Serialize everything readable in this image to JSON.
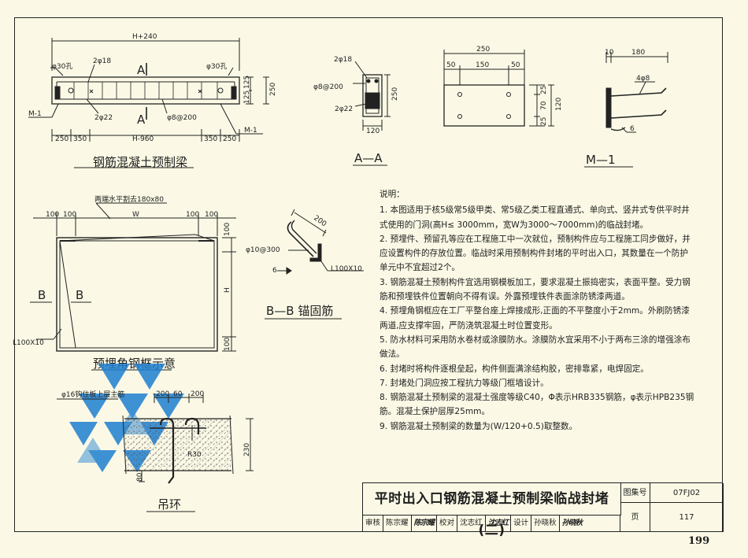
{
  "beam": {
    "dim_top": "H+240",
    "phi30_left": "φ30孔",
    "phi30_right": "φ30孔",
    "top_rebar": "2φ18",
    "section_mark": "A",
    "bot_rebar": "2φ22",
    "stirrup": "φ8@200",
    "m1_left": "M-1",
    "m1_right": "M-1",
    "dim_250a": "250",
    "dim_350a": "350",
    "dim_mid": "H-960",
    "dim_350b": "350",
    "dim_250b": "250",
    "side_125a": "125",
    "side_125b": "125",
    "side_250": "250",
    "caption": "钢筋混凝土预制梁"
  },
  "section_aa": {
    "top_rebar": "2φ18",
    "stirrup": "φ8@200",
    "bot_rebar": "2φ22",
    "height": "250",
    "width": "120",
    "caption": "A—A"
  },
  "m1": {
    "w_total": "250",
    "w_50a": "50",
    "w_150": "150",
    "w_50b": "50",
    "h_25a": "25",
    "h_70": "70",
    "h_25b": "25",
    "h_120": "120",
    "side_10": "10",
    "side_180": "180",
    "side_rebar": "4φ8",
    "weld": "6",
    "caption": "M—1"
  },
  "frame": {
    "note": "两端水平割去180x80",
    "d100a": "100",
    "d100b": "100",
    "dW": "W",
    "d100c": "100",
    "d100d": "100",
    "d100e": "100",
    "d100f": "100",
    "dH": "H",
    "b_left1": "B",
    "b_left2": "B",
    "angle": "L100X10",
    "caption": "预埋角钢框示意"
  },
  "anchor": {
    "len": "200",
    "rebar": "φ10@300",
    "weld": "6",
    "angle": "L100X10",
    "caption": "B—B  锚固筋"
  },
  "ring": {
    "note": "φ16钩住板上层主筋",
    "d200a": "200",
    "d60": "60",
    "d200b": "200",
    "r30": "R30",
    "d230": "230",
    "d80": "80",
    "caption": "吊环"
  },
  "notes": {
    "title": "说明：",
    "items": [
      "1. 本图适用于核5级常5级甲类、常5级乙类工程直通式、单向式、竖井式专供平时井式使用的门洞(高H≤ 3000mm，宽W为3000～7000mm)的临战封堵。",
      "2. 预埋件、预留孔等应在工程施工中一次就位，预制构件应与工程施工同步做好，并应设置构件的存放位置。临战时采用预制构件封堵的平时出入口，其数量在一个防护单元中不宜超过2个。",
      "3. 钢筋混凝土预制构件宜选用钢模板加工，要求混凝土振捣密实，表面平整。受力钢筋和预埋铁件位置朝向不得有误。外露预埋铁件表面涂防锈漆两道。",
      "4. 预埋角钢框应在工厂平整台座上焊接成形,正面的不平整度小于2mm。外刷防锈漆两道,应支撑牢固，严防浇筑混凝土时位置变形。",
      "5. 防水材料可采用防水卷材或涂膜防水。涂膜防水宜采用不小于两布三涂的增强涂布做法。",
      "6. 封堵时将构件逐根垒起，构件侧面满涂结构胶，密排靠紧，电焊固定。",
      "7. 封堵处门洞应按工程抗力等级门框墙设计。",
      "8. 钢筋混凝土预制梁的混凝土强度等级C40，Φ表示HRB335钢筋，φ表示HPB235钢筋。混凝土保护层厚25mm。",
      "9. 钢筋混凝土预制梁的数量为(W/120+0.5)取整数。"
    ]
  },
  "titleblock": {
    "title": "平时出入口钢筋混凝土预制梁临战封堵(二)",
    "atlas_label": "图集号",
    "atlas_no": "07FJ02",
    "page_label": "页",
    "page_no": "117",
    "review_label": "审核",
    "reviewer": "陈宗耀",
    "reviewer_sig": "陈宗耀",
    "check_label": "校对",
    "checker": "沈志红",
    "checker_sig": "沈志红",
    "design_label": "设计",
    "designer": "孙晓秋",
    "designer_sig": "孙晓秋"
  },
  "sheet_page": "199",
  "colors": {
    "paper": "#fbf9e6",
    "ink": "#1e1e1e",
    "watermark": "#1e7fd0",
    "hatch": "#555555"
  }
}
